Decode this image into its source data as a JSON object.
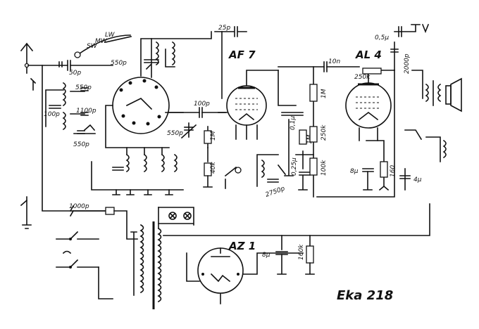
{
  "title": "Eka 218",
  "tubes": {
    "af7": "AF 7",
    "al4": "AL 4",
    "az1": "AZ 1"
  },
  "band_switch": {
    "sw": "SW",
    "mw": "MW",
    "lw": "LW"
  },
  "capacitors": {
    "c_25p": "25p",
    "c_50p": "50p",
    "c_550p_top": "550p",
    "c_550p_mid": "550p",
    "c_550p_left": "550p",
    "c_550p_low": "550p",
    "c_100p_left": "100p",
    "c_1100p": "1100p",
    "c_100p_grid": "100p",
    "c_01u": "0,1μ",
    "c_025u": "0,25μ",
    "c_2750p": "2750p",
    "c_10n": "10n",
    "c_05u": "0,5μ",
    "c_2000p": "2000p",
    "c_8u_al4": "8μ",
    "c_4u": "4μ",
    "c_1000p": "1000p",
    "c_8u_psu": "8μ"
  },
  "resistors": {
    "r_1m_af7": "1M",
    "r_40k": "40k",
    "r_1m_mid": "1M",
    "r_250k": "250k",
    "r_100k": "100k",
    "r_1m_al4": "1M",
    "r_250k_top": "250k",
    "r_160": "160",
    "r_160k": "160k"
  },
  "colors": {
    "ink": "#111111",
    "paper": "#ffffff"
  }
}
